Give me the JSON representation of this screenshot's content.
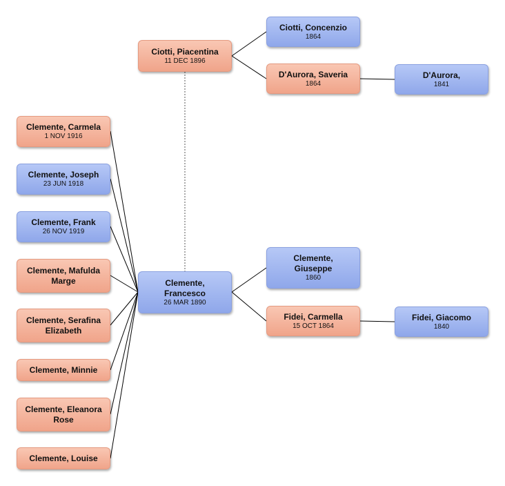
{
  "colors": {
    "female": "#f0a48a",
    "male": "#8fa7ea",
    "connector": "#000000",
    "spouse_link": "#555555"
  },
  "nodes": {
    "piacentina": {
      "name": "Ciotti, Piacentina",
      "date": "11 DEC 1896",
      "gender": "female"
    },
    "concenzio": {
      "name": "Ciotti, Concenzio",
      "date": "1864",
      "gender": "male"
    },
    "saveria": {
      "name": "D'Aurora, Saveria",
      "date": "1864",
      "gender": "female"
    },
    "daurora": {
      "name": "D'Aurora,",
      "date": "1841",
      "gender": "male"
    },
    "francesco": {
      "name": "Clemente, Francesco",
      "date": "26 MAR 1890",
      "gender": "male"
    },
    "giuseppe": {
      "name": "Clemente, Giuseppe",
      "date": "1860",
      "gender": "male"
    },
    "carmella": {
      "name": "Fidei, Carmella",
      "date": "15 OCT 1864",
      "gender": "female"
    },
    "giacomo": {
      "name": "Fidei, Giacomo",
      "date": "1840",
      "gender": "male"
    }
  },
  "children": [
    {
      "name": "Clemente, Carmela",
      "date": "1 NOV 1916",
      "gender": "female"
    },
    {
      "name": "Clemente, Joseph",
      "date": "23 JUN 1918",
      "gender": "male"
    },
    {
      "name": "Clemente, Frank",
      "date": "26 NOV 1919",
      "gender": "male"
    },
    {
      "name": "Clemente, Mafulda Marge",
      "date": "",
      "gender": "female"
    },
    {
      "name": "Clemente, Serafina Elizabeth",
      "date": "",
      "gender": "female"
    },
    {
      "name": "Clemente, Minnie",
      "date": "",
      "gender": "female"
    },
    {
      "name": "Clemente, Eleanora Rose",
      "date": "",
      "gender": "female"
    },
    {
      "name": "Clemente, Louise",
      "date": "",
      "gender": "female"
    }
  ]
}
